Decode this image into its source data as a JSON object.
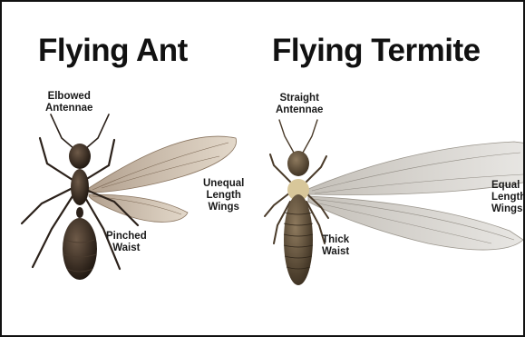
{
  "titles": {
    "ant": "Flying Ant",
    "termite": "Flying Termite"
  },
  "labels": {
    "elbowed_antennae": [
      "Elbowed",
      "Antennae"
    ],
    "unequal_wings": [
      "Unequal",
      "Length",
      "Wings"
    ],
    "pinched_waist": [
      "Pinched",
      "Waist"
    ],
    "straight_antennae": [
      "Straight",
      "Antennae"
    ],
    "thick_waist": [
      "Thick",
      "Waist"
    ],
    "equal_wings": [
      "Equal",
      "Length",
      "Wings"
    ]
  },
  "colors": {
    "ant_body": "#2b211a",
    "termite_body": "#5a4a36",
    "wing": "#c9b9a4",
    "termite_wing": "#d3d0cc",
    "text": "#111111"
  }
}
